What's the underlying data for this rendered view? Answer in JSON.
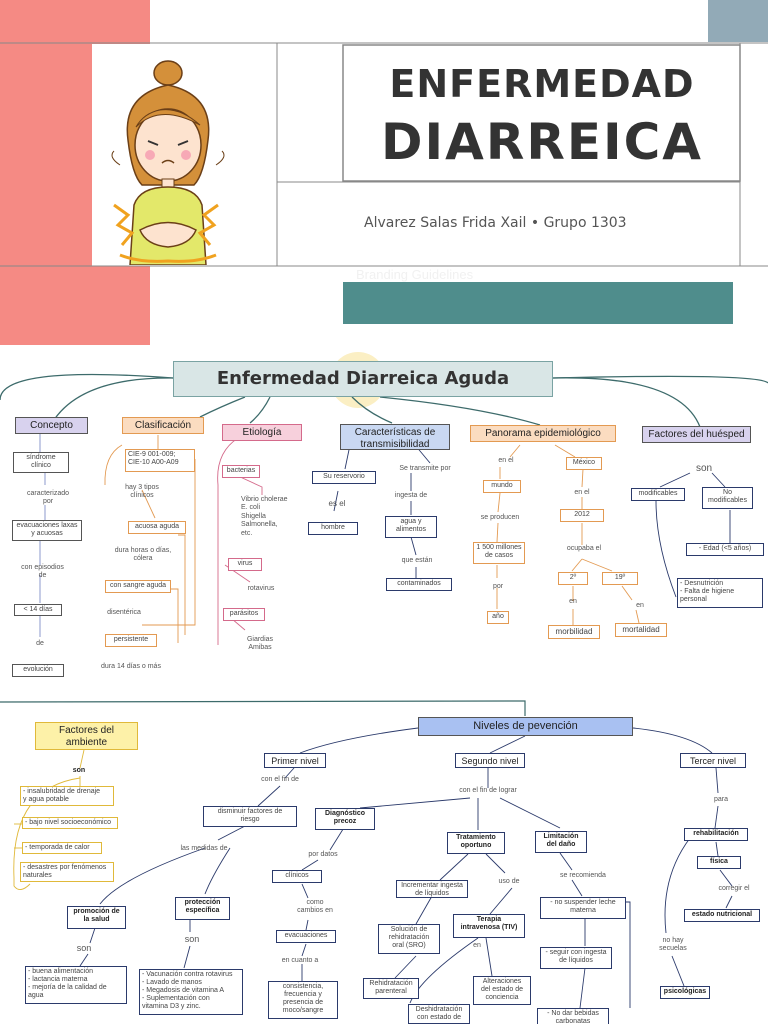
{
  "header": {
    "title_line1": "ENFERMEDAD",
    "title_line2": "DIARREICA",
    "author": "Alvarez Salas Frida Xail • Grupo 1303",
    "ghost_text": "Branding Guidelines"
  },
  "map1": {
    "title": "Enfermedad Diarreica Aguda",
    "concepto": {
      "header": "Concepto",
      "sindrome": "síndrome\nclínico",
      "caracterizado": "caracterizado\npor",
      "evacuaciones": "evacuaciones laxas\ny acuosas",
      "episodios": "con episodios\nde",
      "dias": "< 14 días",
      "de": "de",
      "evolucion": "evolución"
    },
    "clasificacion": {
      "header": "Clasificación",
      "cie": "CIE-9 001-009;\nCIE-10 A00-A09",
      "tipos": "hay 3 tipos\nclínicos",
      "acuosa": "acuosa aguda",
      "dura_horas": "dura horas o días,\ncólera",
      "sangre": "con sangre aguda",
      "disenterica": "disentérica",
      "persistente": "persistente",
      "dura_14": "dura 14 días o más"
    },
    "etiologia": {
      "header": "Etiología",
      "bacterias": "bacterias",
      "bacterias_list": "Vibrio cholerae\nE. coli\nShigella\nSalmonella,\netc.",
      "virus": "virus",
      "rotavirus": "rotavirus",
      "parasitos": "parásitos",
      "parasitos_list": "Giardias\nAmibas"
    },
    "transmision": {
      "header": "Características de\ntransmisibilidad",
      "reservorio": "Su reservorio",
      "es_el": "es el",
      "hombre": "hombre",
      "transmite": "Se transmite por",
      "ingesta": "ingesta de",
      "agua": "agua y\nalimentos",
      "que_estan": "que están",
      "contaminados": "contaminados"
    },
    "panorama": {
      "header": "Panorama epidemiológico",
      "en_el": "en el",
      "mundo": "mundo",
      "se_producen": "se producen",
      "millones": "1 500 millones\nde casos",
      "por": "por",
      "anio": "año",
      "mexico": "México",
      "en_el2": "en el",
      "y2012": "2012",
      "ocupaba": "ocupaba el",
      "pos2": "2º",
      "pos19": "19º",
      "en1": "en",
      "en2": "en",
      "morbilidad": "morbilidad",
      "mortalidad": "mortalidad"
    },
    "huesped": {
      "header": "Factores del huésped",
      "son": "son",
      "modificables": "modificables",
      "no_modificables": "No\nmodificables",
      "edad": "- Edad (<5 años)",
      "desnutricion": "- Desnutrición\n- Falta de higiene\npersonal"
    }
  },
  "map2": {
    "ambiente": {
      "header": "Factores del\nambiente",
      "son": "son",
      "items": [
        "- insalubridad  de drenaje\ny agua potable",
        "- bajo nivel socioeconómico",
        "- temporada de calor",
        "- desastres por fenómenos\nnaturales"
      ]
    },
    "niveles_title": "Niveles de pevención",
    "primer": {
      "header": "Primer nivel",
      "fin": "con el fin de",
      "disminuir": "disminuir factores de\nriesgo",
      "medidas": "las medidas de",
      "promocion": "promoción de\nla salud",
      "proteccion": "protección\nespecífica",
      "son1": "son",
      "son2": "son",
      "promocion_list": "- buena alimentación\n- lactancia materna\n- mejoría de la calidad de\nagua",
      "proteccion_list": "- Vacunación contra rotavirus\n- Lavado de manos\n- Megadosis de vitamina A\n- Suplementación con\nvitamina D3 y zinc."
    },
    "segundo": {
      "header": "Segundo nivel",
      "lograr": "con el fin de lograr",
      "diagnostico": "Diagnóstico\nprecoz",
      "datos": "por datos",
      "clinicos": "clínicos",
      "cambios": "como\ncambios en",
      "evacuaciones": "evacuaciones",
      "cuanto": "en cuanto a",
      "consistencia": "consistencia,\nfrecuencia y\npresencia de\nmoco/sangre",
      "tratamiento": "Tratamiento\noportuno",
      "incrementar": "Incrementar ingesta\nde líquidos",
      "uso": "uso de",
      "solucion": "Solución de\nrehidratación\noral (SRO)",
      "rehidratacion": "Rehidratación\nparenteral",
      "terapia": "Terapia\nintravenosa (TIV)",
      "en": "en",
      "alteraciones": "Alteraciones\ndel estado de\nconciencia",
      "deshidratacion": "Deshidratación\ncon estado de",
      "limitacion": "Limitación\ndel daño",
      "recomienda": "se recomienda",
      "no_suspender": "- no suspender leche\nmaterna",
      "seguir": "- seguir con ingesta\nde líquidos",
      "no_dar": "- No dar bebidas\ncarbonatas"
    },
    "tercer": {
      "header": "Tercer nivel",
      "para": "para",
      "rehabilitacion": "rehabilitación",
      "fisica": "física",
      "corregir": "corregir el",
      "estado": "estado nutricional",
      "no_hay": "no hay\nsecuelas",
      "psicologicas": "psicológicas"
    }
  }
}
